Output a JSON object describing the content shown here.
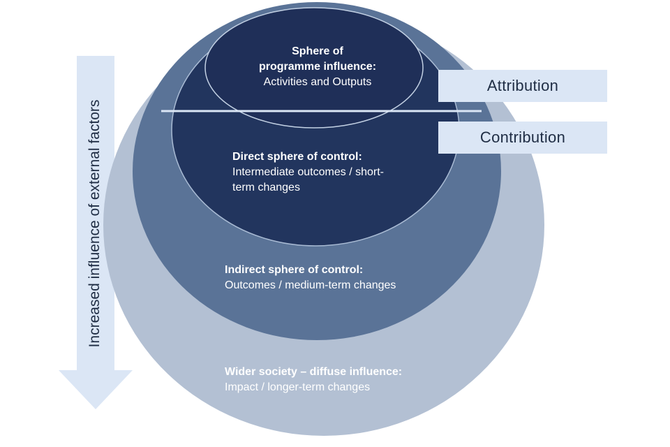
{
  "side_label": "Increased influence of external factors",
  "spheres": {
    "programme": {
      "title_line1": "Sphere of",
      "title_line2": "programme influence:",
      "description": "Activities and Outputs"
    },
    "direct": {
      "title": "Direct sphere of control:",
      "description_line1": "Intermediate outcomes / short-",
      "description_line2": "term changes"
    },
    "indirect": {
      "title": "Indirect sphere of control:",
      "description": "Outcomes / medium-term changes"
    },
    "wider": {
      "title": "Wider society – diffuse influence:",
      "description": "Impact / longer-term changes"
    }
  },
  "tags": {
    "attribution": "Attribution",
    "contribution": "Contribution"
  },
  "colors": {
    "outer_sphere": "#b3c0d3",
    "indirect_sphere": "#5a7397",
    "direct_sphere": "#22355e",
    "programme_sphere": "#1f2f58",
    "arrow": "#dbe6f5",
    "tag_background": "#dbe6f5",
    "text_dark": "#1f2d44"
  }
}
